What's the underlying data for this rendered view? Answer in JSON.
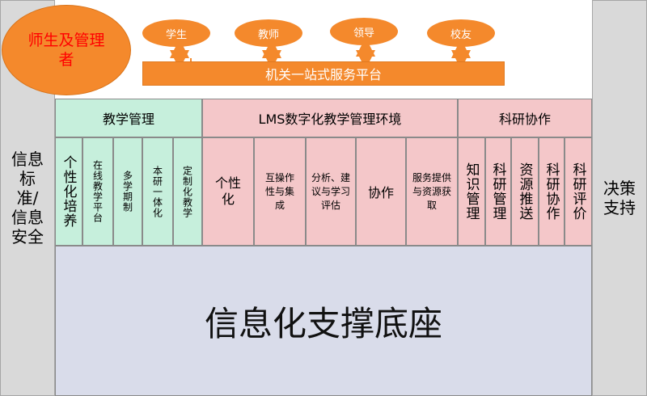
{
  "left_side": "信息标准/信息安全",
  "right_side": "决策支持",
  "users_oval": "师生及管理者",
  "user_roles": [
    "学生",
    "教师",
    "领导",
    "校友"
  ],
  "platform": "机关一站式服务平台",
  "sections": {
    "teaching": {
      "title": "教学管理",
      "items": [
        "个性化培养",
        "在线教学平台",
        "多学期制",
        "本研一体化",
        "定制化教学"
      ]
    },
    "lms": {
      "title": "LMS数字化教学管理环境",
      "items": [
        "个性化",
        "互操作性与集成",
        "分析、建议与学习评估",
        "协作",
        "服务提供与资源获取"
      ]
    },
    "research": {
      "title": "科研协作",
      "items": [
        "知识管理",
        "科研管理",
        "资源推送",
        "科研协作",
        "科研评价"
      ]
    }
  },
  "foundation": "信息化支撑底座",
  "colors": {
    "orange": "#f4892c",
    "green": "#c6efdc",
    "pink": "#f4c7c9",
    "foundation": "#d9dcea",
    "oval_text": "#ff0000"
  }
}
